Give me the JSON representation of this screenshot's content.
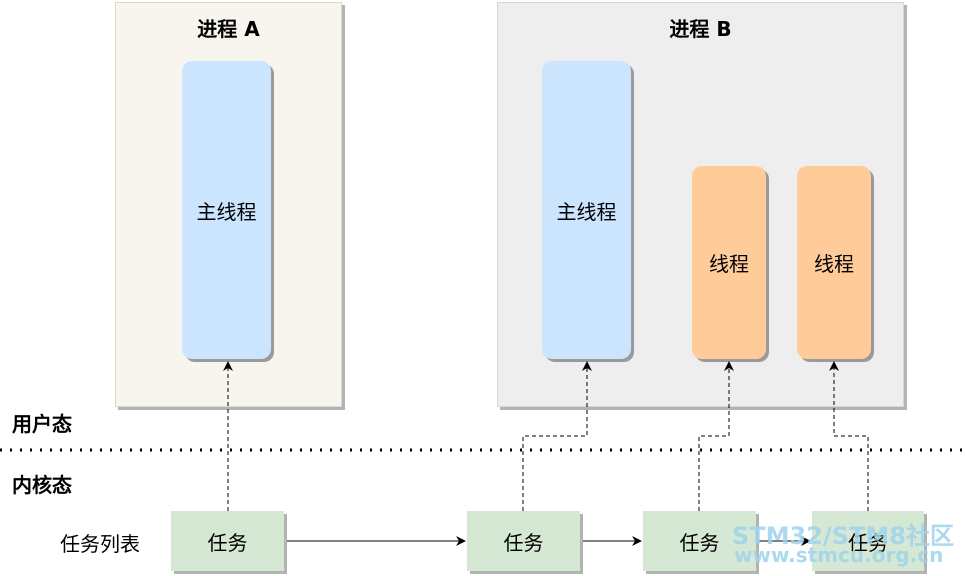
{
  "user_space_label": "用户态",
  "kernel_space_label": "内核态",
  "task_list_label": "任务列表",
  "process_a": {
    "title": "进程 A",
    "threads": [
      {
        "label": "主线程"
      }
    ]
  },
  "process_b": {
    "title": "进程 B",
    "threads": [
      {
        "label": "主线程"
      },
      {
        "label": "线程"
      },
      {
        "label": "线程"
      }
    ]
  },
  "tasks": [
    {
      "label": "任务"
    },
    {
      "label": "任务"
    },
    {
      "label": "任务"
    },
    {
      "label": "任务"
    }
  ],
  "watermark": {
    "line1": "STM32/STM8社区",
    "line2": "www.stmcu.org.cn"
  },
  "colors": {
    "process_a_bg": "#f7f5ee",
    "process_b_bg": "#eeeeee",
    "main_thread": "#cce5ff",
    "thread": "#ffcc99",
    "task": "#d5e8d4"
  }
}
